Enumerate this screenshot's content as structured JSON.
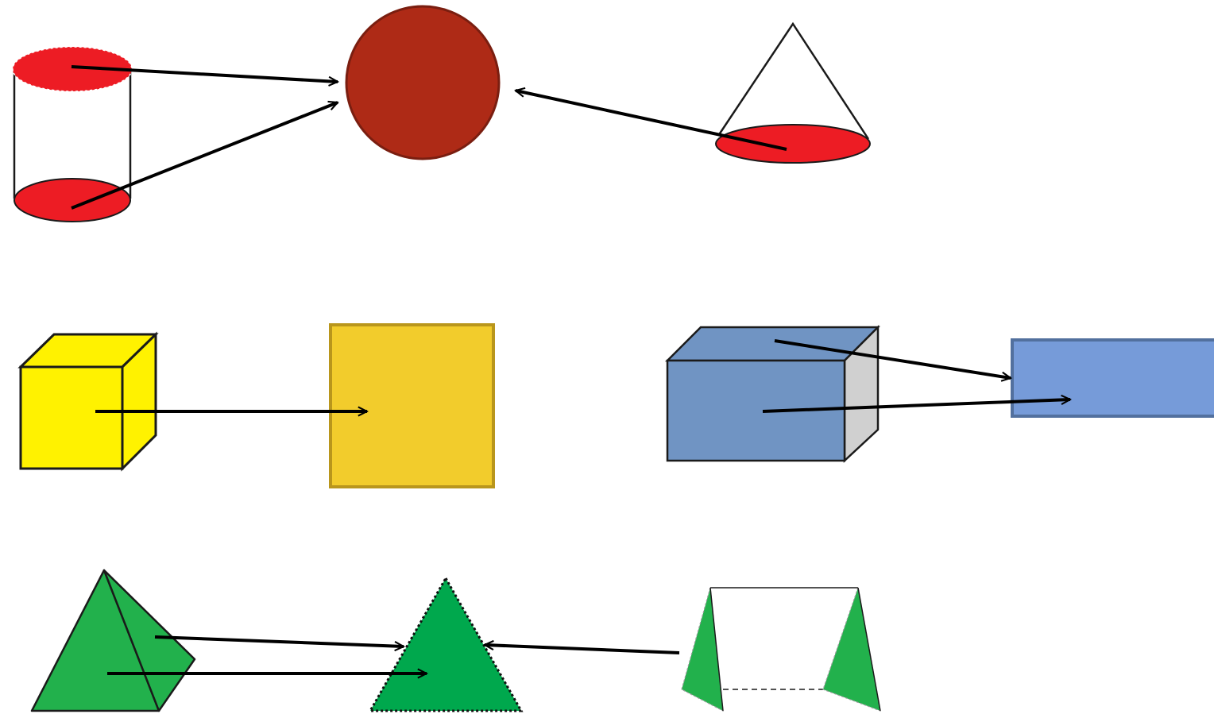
{
  "diagram": {
    "background": "#ffffff",
    "colors": {
      "red_face": "#ed1c24",
      "circle_fill": "#ae2a16",
      "circle_stroke": "#7a1e10",
      "cube_yellow": "#fff200",
      "square_fill": "#f2cc2c",
      "square_stroke": "#b9961c",
      "box_blue": "#7094c3",
      "box_side": "#d0d0d0",
      "rectangle_fill": "#769bd9",
      "rectangle_stroke": "#52709e",
      "green": "#22b14c",
      "green_triangle": "#00a84d",
      "arrow": "#000000",
      "outline": "#1a1a1a"
    },
    "rows": [
      {
        "row": "top",
        "solids": [
          "cylinder",
          "cone"
        ],
        "face": "circle"
      },
      {
        "row": "middle",
        "solids": [
          "cube",
          "cuboid"
        ],
        "faces": [
          "square",
          "rectangle"
        ]
      },
      {
        "row": "bottom",
        "solids": [
          "pyramid",
          "triangular-prism"
        ],
        "face": "triangle"
      }
    ]
  }
}
